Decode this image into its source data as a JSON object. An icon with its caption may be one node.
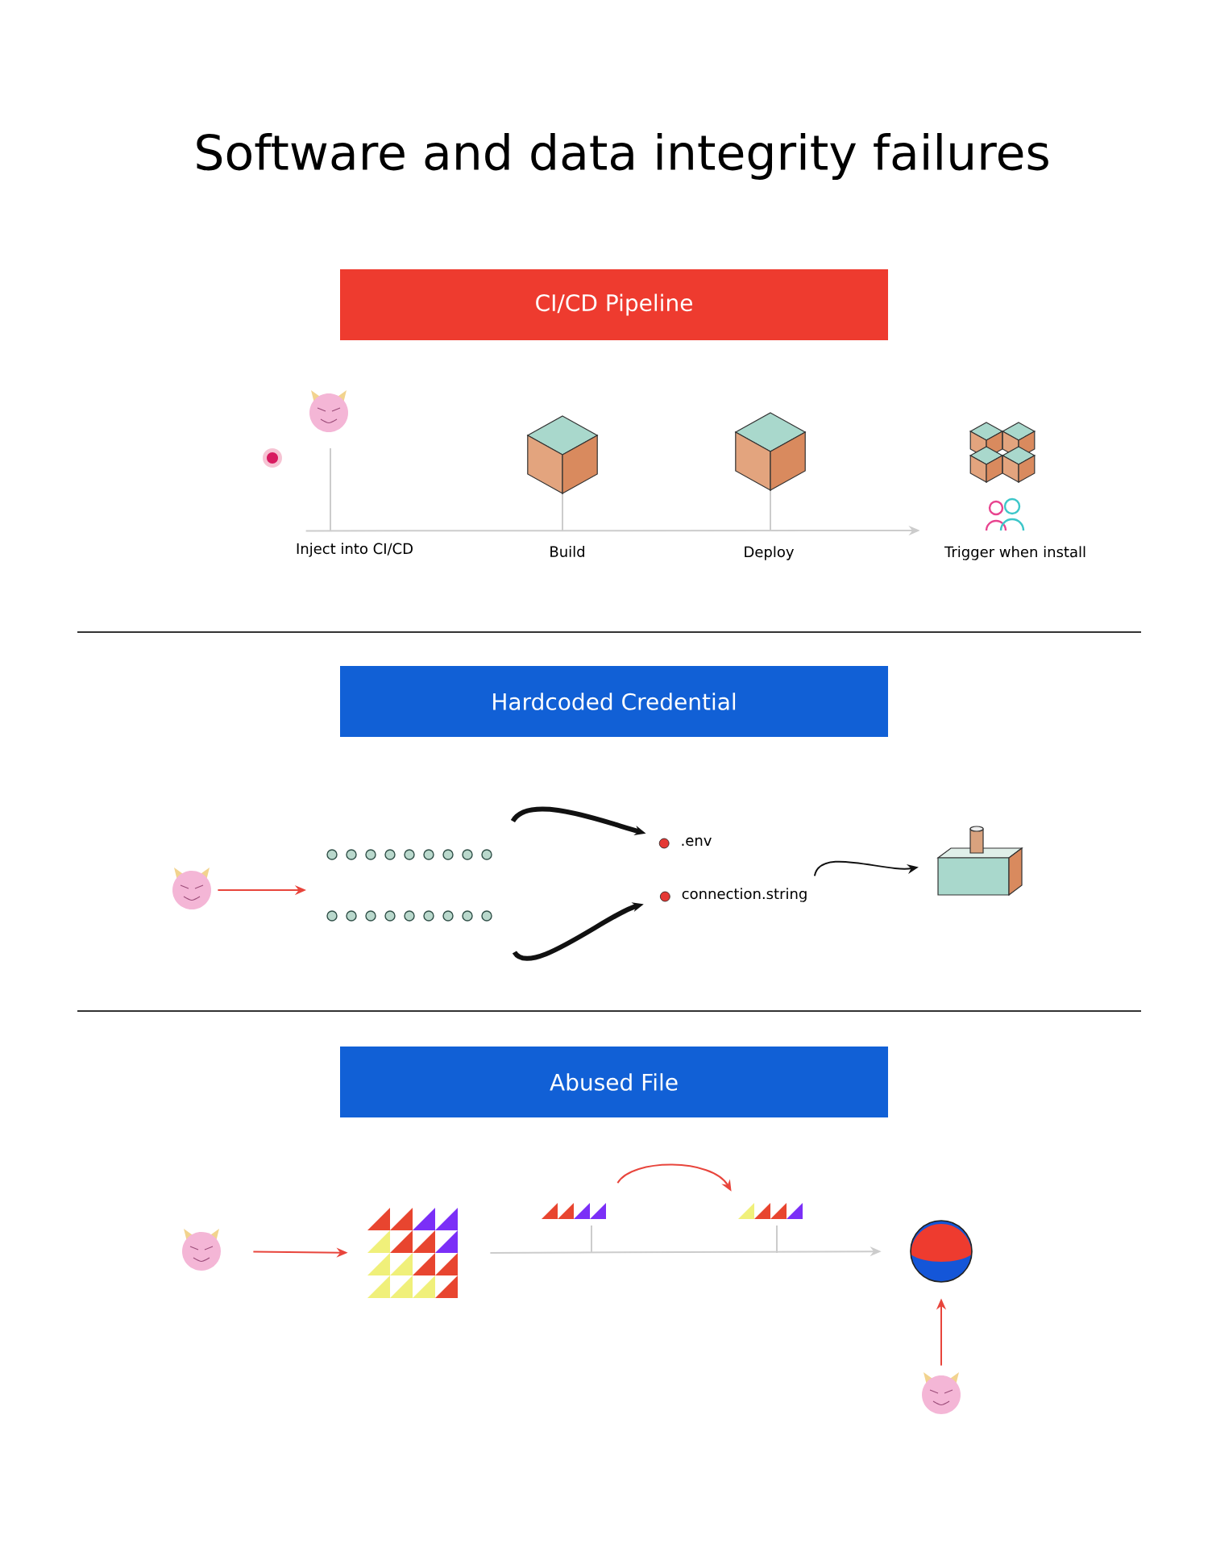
{
  "diagram": {
    "title": "Software and data integrity failures",
    "nodes": [
      {
        "text": [
          "CI/CD Pipeline"
        ]
      },
      {
        "text": [
          "Hardcoded Credential"
        ]
      },
      {
        "text": [
          "Abused File"
        ]
      },
      {
        "text": [],
        "shape": "picture",
        "beside": [
          "Inject into CI/CD"
        ]
      },
      {
        "text": [],
        "shape": "picture",
        "beside": [
          "Build"
        ]
      },
      {
        "text": [],
        "shape": "picture",
        "beside": [
          "Deploy"
        ]
      },
      {
        "text": [],
        "shape": "picture",
        "beside": [
          "Trigger when install"
        ]
      },
      {
        "text": [],
        "shape": "picture"
      },
      {
        "text": [],
        "shape": "picture"
      },
      {
        "text": [],
        "shape": "picture"
      },
      {
        "text": [
          ".env"
        ]
      },
      {
        "text": [
          "connection.string"
        ]
      },
      {
        "text": [],
        "shape": "picture"
      },
      {
        "text": [],
        "shape": "picture"
      },
      {
        "text": [],
        "shape": "picture"
      },
      {
        "text": [],
        "shape": "picture"
      },
      {
        "text": [],
        "shape": "picture"
      },
      {
        "text": [],
        "shape": "picture"
      },
      {
        "text": [],
        "shape": "picture"
      }
    ],
    "edges": [
      {
        "from": 3,
        "to": 6,
        "arrow": "to",
        "color": "#cccccc"
      },
      {
        "from": 7,
        "to": null,
        "arrow": "to"
      },
      {
        "from": 8,
        "to": 10,
        "arrow": "to",
        "style": "thick",
        "color": "#111111"
      },
      {
        "from": 9,
        "to": 11,
        "arrow": "to",
        "style": "thick",
        "color": "#111111"
      },
      {
        "from": 11,
        "to": 12,
        "arrow": "to",
        "color": "#111111"
      },
      {
        "from": 13,
        "to": 14,
        "arrow": "to"
      },
      {
        "from": 15,
        "to": 16,
        "arrow": "to"
      },
      {
        "from": 14,
        "to": 17,
        "arrow": "to",
        "color": "#cccccc"
      },
      {
        "from": 18,
        "to": 17,
        "arrow": "to"
      }
    ]
  }
}
